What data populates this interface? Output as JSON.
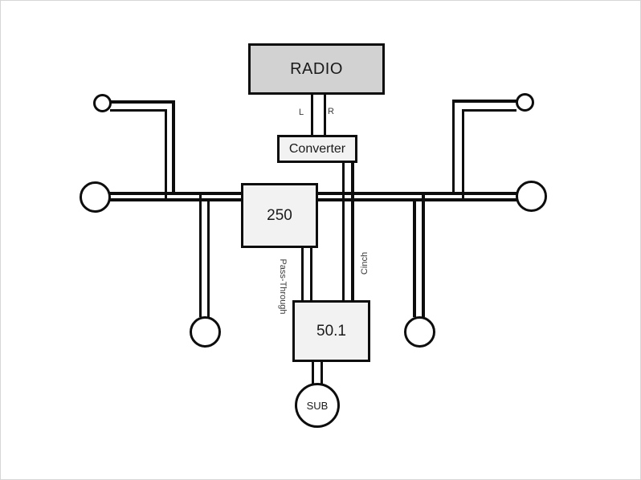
{
  "diagram": {
    "nodes": {
      "radio": {
        "label": "RADIO"
      },
      "converter": {
        "label": "Converter"
      },
      "amp_250": {
        "label": "250"
      },
      "amp_50_1": {
        "label": "50.1"
      },
      "sub": {
        "label": "SUB"
      }
    },
    "wire_labels": {
      "left": "L",
      "right": "R",
      "cinch": "Cinch",
      "pass_through": "Pass-Through"
    },
    "colors": {
      "radio_fill": "#d2d2d2",
      "box_fill": "#f2f2f2",
      "line": "#0d0d0d",
      "canvas": "#ffffff"
    }
  }
}
